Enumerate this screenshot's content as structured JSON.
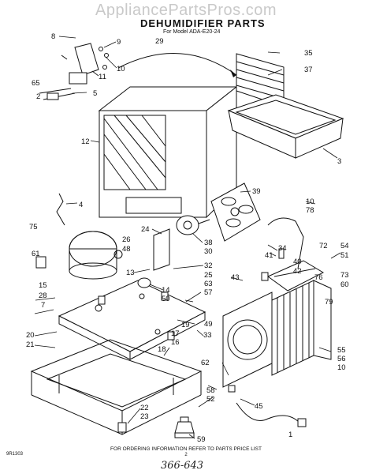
{
  "watermark": "AppliancePartsPros.com",
  "title": "DEHUMIDIFIER PARTS",
  "subtitle": "For Model ADA-E20-24",
  "footer_note": "FOR ORDERING INFORMATION REFER TO PARTS PRICE LIST",
  "footer_code": "9R1303",
  "page_number": "2",
  "handwritten_code": "366-643",
  "callouts": [
    "8",
    "9",
    "10",
    "11",
    "65",
    "5",
    "2",
    "29",
    "35",
    "37",
    "12",
    "3",
    "39",
    "10",
    "78",
    "4",
    "75",
    "61",
    "26",
    "48",
    "24",
    "38",
    "30",
    "34",
    "13",
    "41",
    "32",
    "25",
    "63",
    "72",
    "54",
    "51",
    "73",
    "60",
    "43",
    "40",
    "42",
    "76",
    "79",
    "15",
    "28",
    "7",
    "14",
    "50",
    "57",
    "49",
    "20",
    "21",
    "19",
    "17",
    "16",
    "18",
    "33",
    "55",
    "56",
    "10",
    "62",
    "58",
    "52",
    "45",
    "22",
    "23",
    "59",
    "1"
  ]
}
